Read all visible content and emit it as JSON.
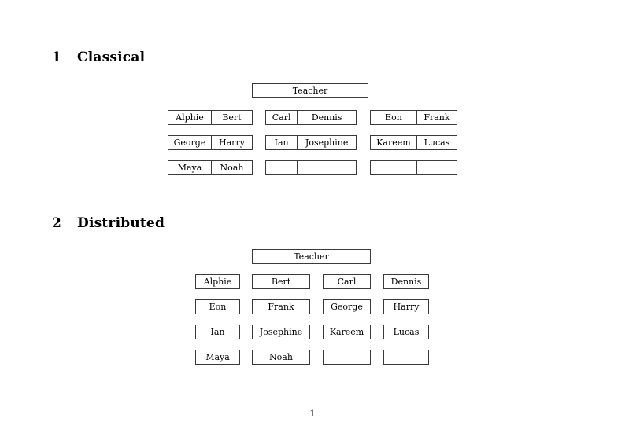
{
  "document": {
    "page_number": "1"
  },
  "sections": [
    {
      "number": "1",
      "title": "Classical",
      "teacher": {
        "label": "Teacher"
      },
      "groups": [
        {
          "name": "group-1",
          "rows": [
            {
              "left": "Alphie",
              "right": "Bert"
            },
            {
              "left": "George",
              "right": "Harry"
            },
            {
              "left": "Maya",
              "right": "Noah"
            }
          ]
        },
        {
          "name": "group-2",
          "rows": [
            {
              "left": "Carl",
              "right": "Dennis"
            },
            {
              "left": "Ian",
              "right": "Josephine"
            },
            {
              "left": "",
              "right": ""
            }
          ]
        },
        {
          "name": "group-3",
          "rows": [
            {
              "left": "Eon",
              "right": "Frank"
            },
            {
              "left": "Kareem",
              "right": "Lucas"
            },
            {
              "left": "",
              "right": ""
            }
          ]
        }
      ]
    },
    {
      "number": "2",
      "title": "Distributed",
      "teacher": {
        "label": "Teacher"
      },
      "grid": {
        "rows": [
          [
            "Alphie",
            "Bert",
            "Carl",
            "Dennis"
          ],
          [
            "Eon",
            "Frank",
            "George",
            "Harry"
          ],
          [
            "Ian",
            "Josephine",
            "Kareem",
            "Lucas"
          ],
          [
            "Maya",
            "Noah",
            "",
            ""
          ]
        ]
      }
    }
  ],
  "colors": {
    "page_background": "#ffffff",
    "text": "#000000",
    "box_border": "#3a3a3a"
  }
}
